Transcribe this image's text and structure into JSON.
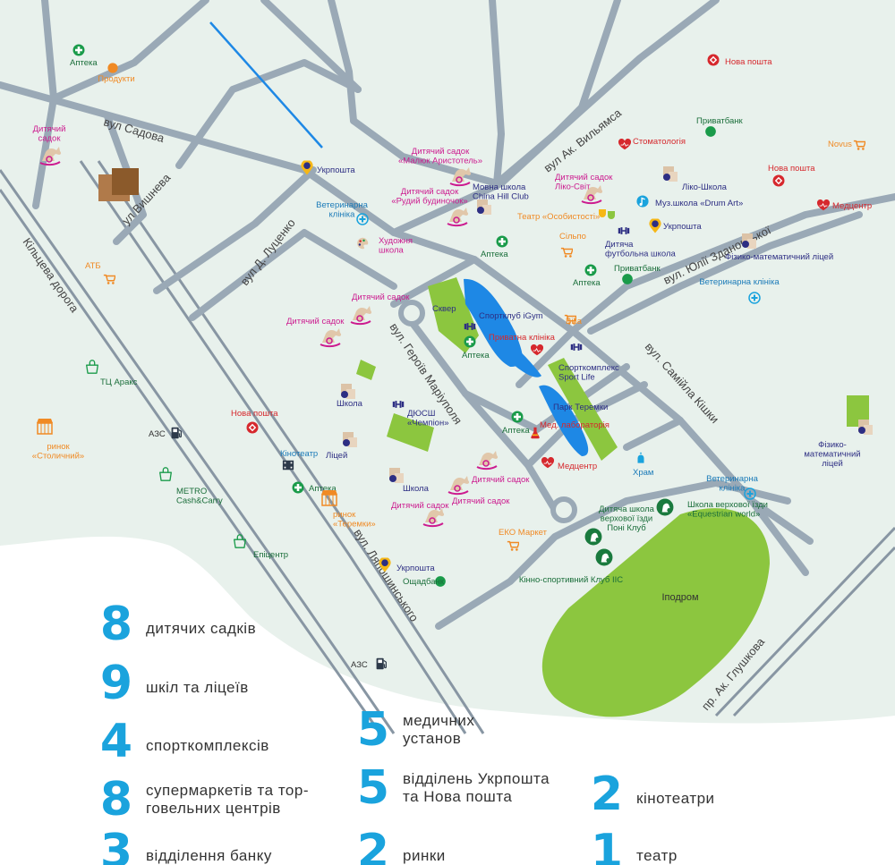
{
  "colors": {
    "land": "#e8f1ec",
    "road": "#9aa9b6",
    "highway": "#8896a3",
    "green": "#8cc63f",
    "pond": "#1e88e5",
    "accent": "#1aa3dd",
    "kinder": "#cc1b8f",
    "pharmacy": "#1a9b4a",
    "post": "#d6282d",
    "shop": "#f08a24",
    "school": "#2d2e83",
    "text": "#333333"
  },
  "streets": [
    {
      "id": "sadova",
      "label": "вул Садова"
    },
    {
      "id": "vyshneva",
      "label": "ул Вишнева"
    },
    {
      "id": "kiltseva",
      "label": "Кільцева дорога"
    },
    {
      "id": "lutsenko",
      "label": "вул Д. Луценко"
    },
    {
      "id": "heroiv",
      "label": "вул. Героїв Маріуполя"
    },
    {
      "id": "vylyamsa",
      "label": "вул Ак. Вильямса"
    },
    {
      "id": "zdanovskoi",
      "label": "вул. Юлії Здановської"
    },
    {
      "id": "kishky",
      "label": "вул. Самійла Кішки"
    },
    {
      "id": "lyaposhynskoho",
      "label": "вул. Ляпошинського"
    },
    {
      "id": "glushkova",
      "label": "пр. Ак. Глушкова"
    }
  ],
  "places": [
    {
      "id": "apteka-1",
      "icon": "cross-icon",
      "label": "Аптека"
    },
    {
      "id": "produkty",
      "icon": "dot-icon",
      "label": "Продукти"
    },
    {
      "id": "sadok-1",
      "icon": "rocking-horse-icon",
      "label": "Дитячий садок"
    },
    {
      "id": "ukrposhta-1",
      "icon": "ukrposhta-icon",
      "label": "Укрпошта"
    },
    {
      "id": "atb",
      "icon": "cart-icon",
      "label": "АТБ"
    },
    {
      "id": "sadok-aristotel",
      "icon": "rocking-horse-icon",
      "label": "Дитячий садок «Малюк Аристотель»"
    },
    {
      "id": "sadok-rudyi",
      "icon": "rocking-horse-icon",
      "label": "Дитячий садок «Рудий будиночок»"
    },
    {
      "id": "china-hill",
      "icon": "school-icon",
      "label": "Мовна школа China Hill Club"
    },
    {
      "id": "vet-1",
      "icon": "vet-icon",
      "label": "Ветеринарна клініка"
    },
    {
      "id": "art-school",
      "icon": "palette-icon",
      "label": "Художня школа"
    },
    {
      "id": "sadok-2",
      "icon": "rocking-horse-icon",
      "label": "Дитячий садок"
    },
    {
      "id": "sadok-3",
      "icon": "rocking-horse-icon",
      "label": "Дитячий садок"
    },
    {
      "id": "skver",
      "icon": "park-icon",
      "label": "Сквер"
    },
    {
      "id": "igym",
      "icon": "dumbbell-icon",
      "label": "Спортклуб iGym"
    },
    {
      "id": "apteka-2",
      "icon": "cross-icon",
      "label": "Аптека"
    },
    {
      "id": "pryvatna",
      "icon": "heart-icon",
      "label": "Приватна клініка"
    },
    {
      "id": "billa",
      "icon": "cart-icon",
      "label": "Billa"
    },
    {
      "id": "apteka-3",
      "icon": "cross-icon",
      "label": "Аптека"
    },
    {
      "id": "theatre",
      "icon": "theatre-icon",
      "label": "Театр «Особистості»"
    },
    {
      "id": "silpo",
      "icon": "cart-icon",
      "label": "Сільпо"
    },
    {
      "id": "apteka-4",
      "icon": "cross-icon",
      "label": "Аптека"
    },
    {
      "id": "nova-1",
      "icon": "nova-icon",
      "label": "Нова пошта"
    },
    {
      "id": "privat-1",
      "icon": "bank-icon",
      "label": "Приватбанк"
    },
    {
      "id": "stomat",
      "icon": "heart-icon",
      "label": "Стоматологія"
    },
    {
      "id": "novus",
      "icon": "cart-icon",
      "label": "Novus"
    },
    {
      "id": "sadok-liko",
      "icon": "rocking-horse-icon",
      "label": "Дитячий садок Ліко-Світ"
    },
    {
      "id": "liko-school",
      "icon": "school-icon",
      "label": "Ліко-Школа"
    },
    {
      "id": "drum-art",
      "icon": "music-icon",
      "label": "Муз.школа «Drum Art»"
    },
    {
      "id": "ukrposhta-2",
      "icon": "ukrposhta-icon",
      "label": "Укрпошта"
    },
    {
      "id": "nova-2",
      "icon": "nova-icon",
      "label": "Нова пошта"
    },
    {
      "id": "medcentr-1",
      "icon": "heart-icon",
      "label": "Медцентр"
    },
    {
      "id": "football",
      "icon": "dumbbell-icon",
      "label": "Дитяча футбольна школа"
    },
    {
      "id": "fiz-mat-1",
      "icon": "school-icon",
      "label": "Фізико-математичний ліцей"
    },
    {
      "id": "privat-2",
      "icon": "bank-icon",
      "label": "Приватбанк"
    },
    {
      "id": "vet-2",
      "icon": "vet-icon",
      "label": "Ветеринарна клініка"
    },
    {
      "id": "sport-life",
      "icon": "dumbbell-icon",
      "label": "Спорткомплекс Sport Life"
    },
    {
      "id": "park",
      "icon": "park-icon",
      "label": "Парк Теремки"
    },
    {
      "id": "apteka-5",
      "icon": "cross-icon",
      "label": "Аптека"
    },
    {
      "id": "med-lab",
      "icon": "lab-icon",
      "label": "Мед. лабораторія"
    },
    {
      "id": "medcentr-2",
      "icon": "heart-icon",
      "label": "Медцентр"
    },
    {
      "id": "hram",
      "icon": "church-icon",
      "label": "Храм"
    },
    {
      "id": "fiz-mat-2",
      "icon": "school-icon",
      "label": "Фізико-математичний ліцей"
    },
    {
      "id": "nova-3",
      "icon": "nova-icon",
      "label": "Нова пошта"
    },
    {
      "id": "azs-1",
      "icon": "fuel-icon",
      "label": "АЗС"
    },
    {
      "id": "tc-araks",
      "icon": "bag-icon",
      "label": "ТЦ Аракс"
    },
    {
      "id": "rynok-stolychnyi",
      "icon": "market-icon",
      "label": "ринок «Столичний»"
    },
    {
      "id": "metro",
      "icon": "bag-icon",
      "label": "METRO Cash&Carry"
    },
    {
      "id": "epicentr",
      "icon": "bag-icon",
      "label": "Епіцентр"
    },
    {
      "id": "school-1",
      "icon": "school-icon",
      "label": "Школа"
    },
    {
      "id": "dyussh",
      "icon": "dumbbell-icon",
      "label": "ДЮСШ «Чемпіон»"
    },
    {
      "id": "lyceum",
      "icon": "school-icon",
      "label": "Ліцей"
    },
    {
      "id": "kino",
      "icon": "cinema-icon",
      "label": "Кінотеатр"
    },
    {
      "id": "apteka-6",
      "icon": "cross-icon",
      "label": "Аптека"
    },
    {
      "id": "rynok-teremky",
      "icon": "market-icon",
      "label": "ринок «Теремки»"
    },
    {
      "id": "school-2",
      "icon": "school-icon",
      "label": "Школа"
    },
    {
      "id": "sadok-4",
      "icon": "rocking-horse-icon",
      "label": "Дитячий садок"
    },
    {
      "id": "sadok-5",
      "icon": "rocking-horse-icon",
      "label": "Дитячий садок"
    },
    {
      "id": "sadok-6",
      "icon": "rocking-horse-icon",
      "label": "Дитячий садок"
    },
    {
      "id": "eko",
      "icon": "cart-icon",
      "label": "ЕКО Маркет"
    },
    {
      "id": "ukrposhta-3",
      "icon": "ukrposhta-icon",
      "label": "Укрпошта"
    },
    {
      "id": "oschadbank",
      "icon": "bank-icon",
      "label": "Ощадбанк"
    },
    {
      "id": "pony",
      "icon": "horse-icon",
      "label": "Дитяча школа верхової їзди Поні Клуб"
    },
    {
      "id": "equestrian",
      "icon": "horse-icon",
      "label": "Школа верхової їзди «Equestrian world»"
    },
    {
      "id": "kinno",
      "icon": "horse-icon",
      "label": "Кінно-спортивний Клуб ІІС"
    },
    {
      "id": "vet-3",
      "icon": "vet-icon",
      "label": "Ветеринарна клініка"
    },
    {
      "id": "ipodrom",
      "icon": "none",
      "label": "Іподром"
    },
    {
      "id": "azs-2",
      "icon": "fuel-icon",
      "label": "АЗС"
    }
  ],
  "stats": [
    {
      "number": "8",
      "lines": [
        "дитячих садків"
      ]
    },
    {
      "number": "9",
      "lines": [
        "шкіл та ліцеїв"
      ]
    },
    {
      "number": "4",
      "lines": [
        "спорткомплексів"
      ]
    },
    {
      "number": "8",
      "lines": [
        "супермаркетів та тор-",
        "говельних центрів"
      ]
    },
    {
      "number": "3",
      "lines": [
        "відділення банку"
      ]
    },
    {
      "number": "5",
      "lines": [
        "медичних",
        "установ"
      ]
    },
    {
      "number": "5",
      "lines": [
        "відділень Укрпошта",
        "та Нова пошта"
      ]
    },
    {
      "number": "2",
      "lines": [
        "ринки"
      ]
    },
    {
      "number": "2",
      "lines": [
        "кінотеатри"
      ]
    },
    {
      "number": "1",
      "lines": [
        "театр"
      ]
    }
  ]
}
